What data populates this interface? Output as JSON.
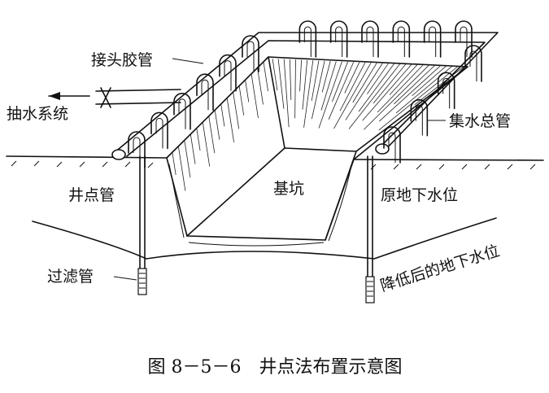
{
  "labels": {
    "joint_hose": "接头胶管",
    "pumping_system": "抽水系统",
    "header_pipe": "集水总管",
    "well_point_pipe": "井点管",
    "foundation_pit": "基坑",
    "original_water_table": "原地下水位",
    "filter_pipe": "过滤管",
    "lowered_water_table": "降低后的地下水位"
  },
  "caption": "图 8－5－6　井点法布置示意图"
}
